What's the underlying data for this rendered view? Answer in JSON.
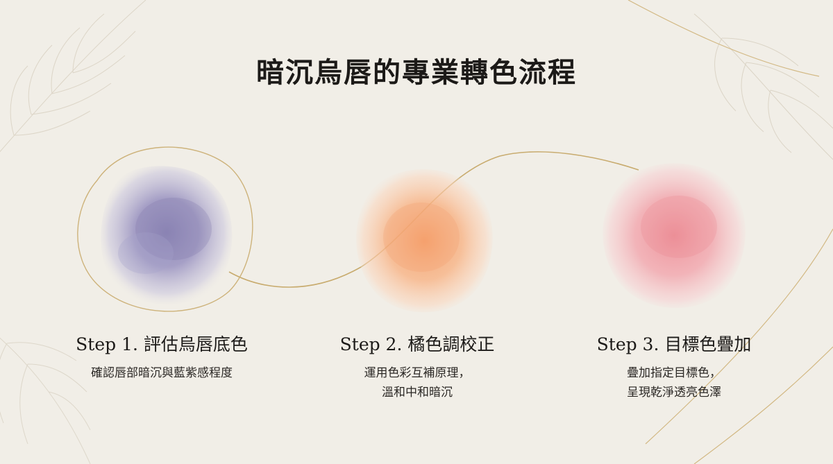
{
  "title": "暗沉烏唇的專業轉色流程",
  "steps": [
    {
      "title": "Step 1. 評估烏唇底色",
      "desc": [
        "確認唇部暗沉與藍紫感程度"
      ],
      "color": "#8e86b6"
    },
    {
      "title": "Step 2. 橘色調校正",
      "desc": [
        "運用色彩互補原理，",
        "溫和中和暗沉"
      ],
      "color": "#f7a46f"
    },
    {
      "title": "Step 3. 目標色疊加",
      "desc": [
        "疊加指定目標色，",
        "呈現乾淨透亮色澤"
      ],
      "color": "#ef8f98"
    }
  ],
  "colors": {
    "background": "#f1eee7",
    "gold_line": "#c8ab6e",
    "feather": "#d9d2c4"
  }
}
